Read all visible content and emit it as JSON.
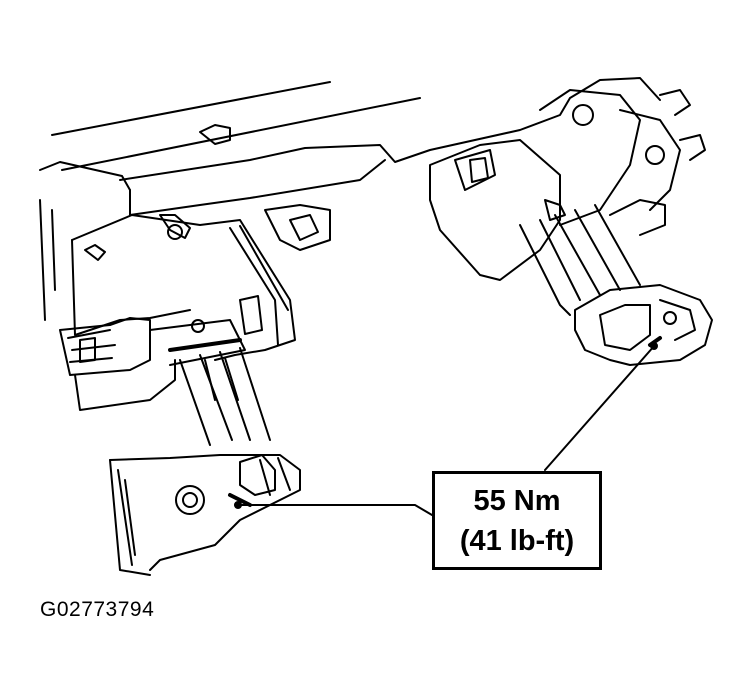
{
  "callout": {
    "torque_nm": "55 Nm",
    "torque_lbft": "(41 lb-ft)"
  },
  "figure_id": "G02773794"
}
